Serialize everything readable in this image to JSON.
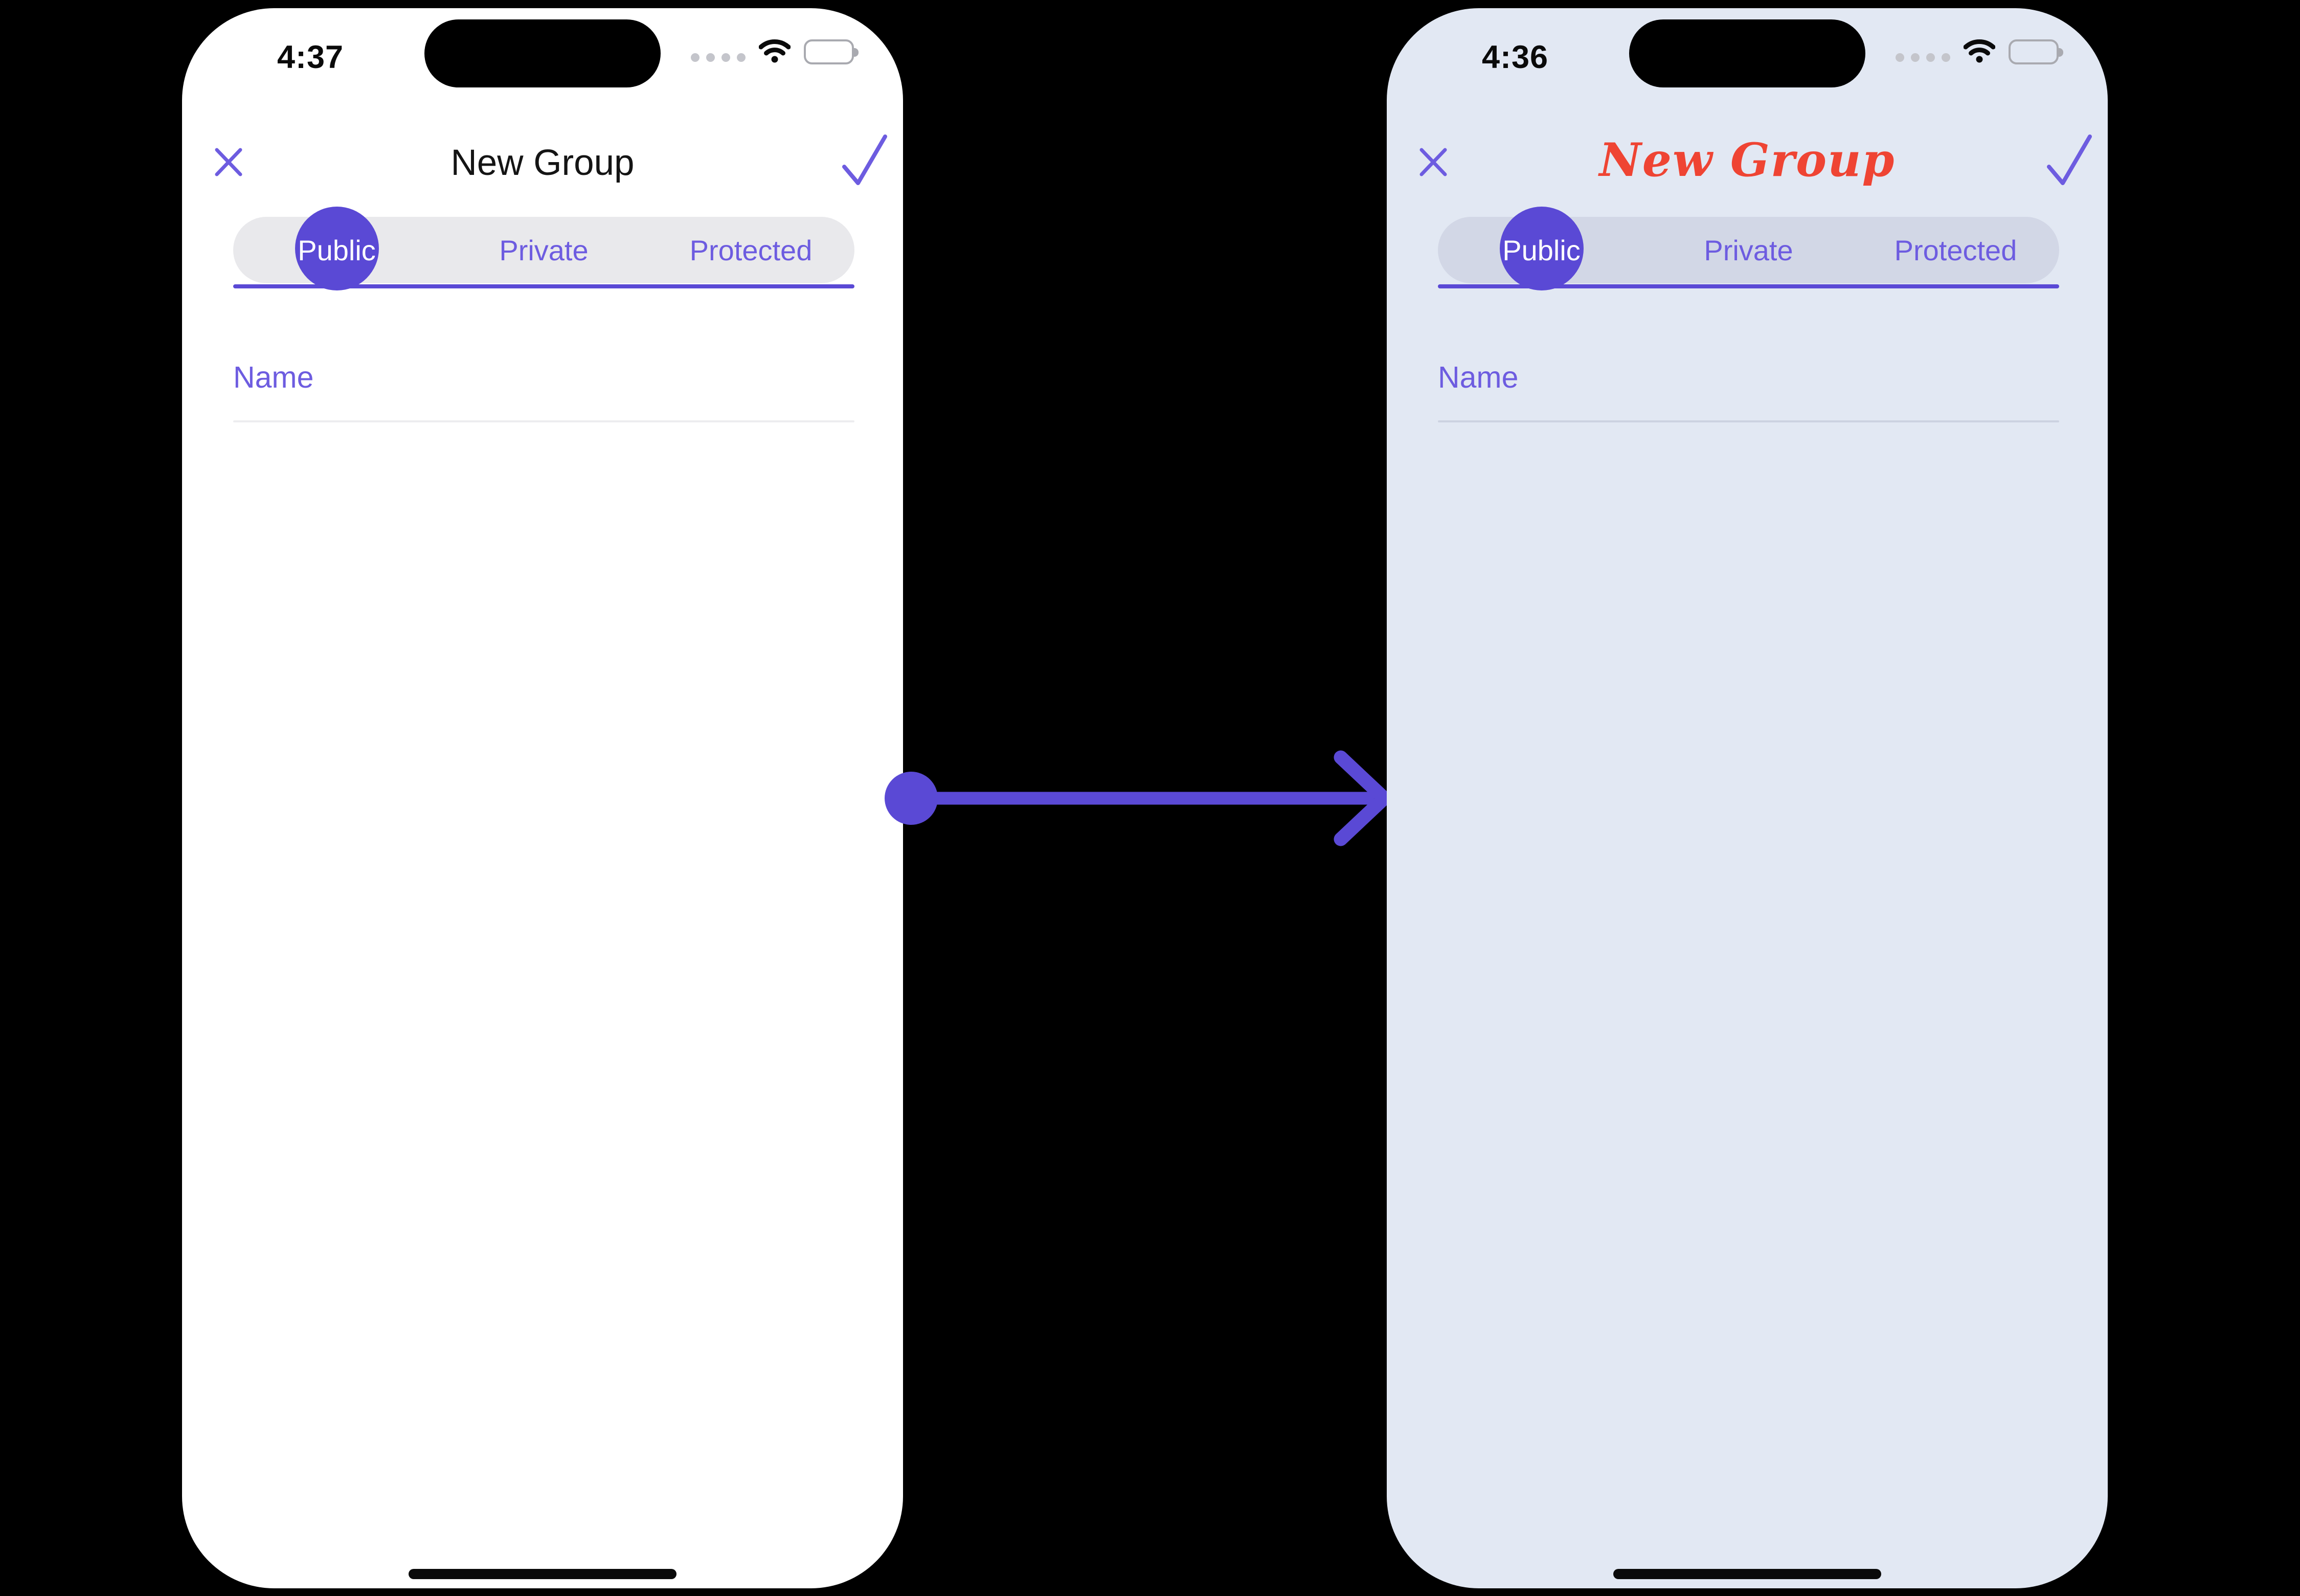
{
  "colors": {
    "canvas_background": "#000000",
    "accent": "#6D5CE0",
    "accent_deep": "#5A49D5",
    "script_title_red": "#EF4433",
    "status_dot_gray": "#C4C5CB",
    "battery_outline_gray": "#A9AAB0"
  },
  "arrow": {
    "direction": "left-to-right",
    "color": "#5A49D5"
  },
  "phones": {
    "left": {
      "time": "4:37",
      "background": "#FFFFFF",
      "title": "New Group",
      "title_color": "#141414",
      "title_style": "regular",
      "tabs": [
        "Public",
        "Private",
        "Protected"
      ],
      "selected_tab": "Public",
      "name_placeholder": "Name",
      "segment_background": "#E9E9EC",
      "field_line": "#EDEDEF"
    },
    "right": {
      "time": "4:36",
      "background": "#E2E8F3",
      "title": "New Group",
      "title_color": "#EF4433",
      "title_style": "script",
      "tabs": [
        "Public",
        "Private",
        "Protected"
      ],
      "selected_tab": "Public",
      "name_placeholder": "Name",
      "segment_background": "#D2D7E6",
      "field_line": "#CCD2E1"
    }
  }
}
